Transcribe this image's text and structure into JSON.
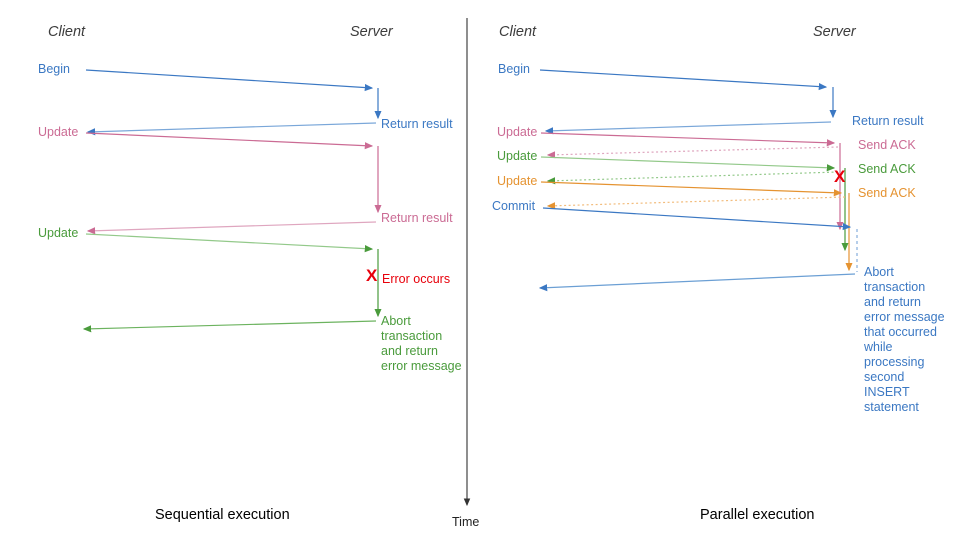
{
  "colors": {
    "blue": "#3b78c3",
    "blue_light": "#7aa7d9",
    "pink": "#cb6b94",
    "pink_light": "#dfa6bf",
    "green": "#4a9b3c",
    "green_light": "#93c98a",
    "orange": "#e59331",
    "orange_light": "#f2bc7c",
    "red": "#e8000b",
    "axis": "#333333",
    "text": "#3c3c3c"
  },
  "time_axis": {
    "label": "Time"
  },
  "panels": [
    {
      "id": "sequential",
      "caption": "Sequential execution",
      "actors": {
        "client": "Client",
        "server": "Server"
      },
      "client_labels": [
        {
          "text": "Begin",
          "color": "blue"
        },
        {
          "text": "Update",
          "color": "pink"
        },
        {
          "text": "Update",
          "color": "green"
        }
      ],
      "server_labels": [
        {
          "text": "Return result",
          "color": "blue"
        },
        {
          "text": "Return result",
          "color": "pink"
        },
        {
          "text": "Error occurs",
          "color": "red"
        }
      ],
      "error_marker": "X",
      "abort_note": "Abort\ntransaction\nand return\nerror message"
    },
    {
      "id": "parallel",
      "caption": "Parallel execution",
      "actors": {
        "client": "Client",
        "server": "Server"
      },
      "client_labels": [
        {
          "text": "Begin",
          "color": "blue"
        },
        {
          "text": "Update",
          "color": "pink"
        },
        {
          "text": "Update",
          "color": "green"
        },
        {
          "text": "Update",
          "color": "orange"
        },
        {
          "text": "Commit",
          "color": "blue"
        }
      ],
      "server_labels": [
        {
          "text": "Return result",
          "color": "blue"
        },
        {
          "text": "Send ACK",
          "color": "pink"
        },
        {
          "text": "Send ACK",
          "color": "green"
        },
        {
          "text": "Send ACK",
          "color": "orange"
        }
      ],
      "error_marker": "X",
      "abort_note": "Abort\ntransaction\nand return\nerror message\nthat occurred\nwhile\nprocessing\nsecond\nINSERT\nstatement"
    }
  ]
}
